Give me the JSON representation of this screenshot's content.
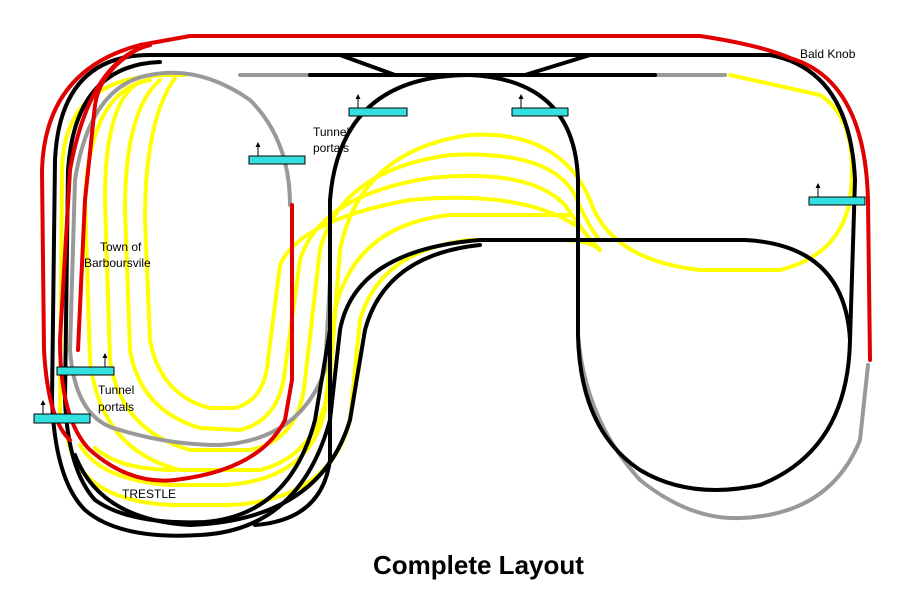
{
  "title": "Complete Layout",
  "labels": {
    "bald_knob": "Bald Knob",
    "tunnel_portals_top_line1": "Tunnel",
    "tunnel_portals_top_line2": "portals",
    "town_line1": "Town of",
    "town_line2": "Barboursvile",
    "tunnel_portals_left_line1": "Tunnel",
    "tunnel_portals_left_line2": "portals",
    "trestle": "TRESTLE"
  },
  "colors": {
    "black_track": "#000000",
    "gray_track": "#999999",
    "yellow_track": "#ffff00",
    "red_track": "#e00000",
    "portal": "#33e0e0"
  }
}
